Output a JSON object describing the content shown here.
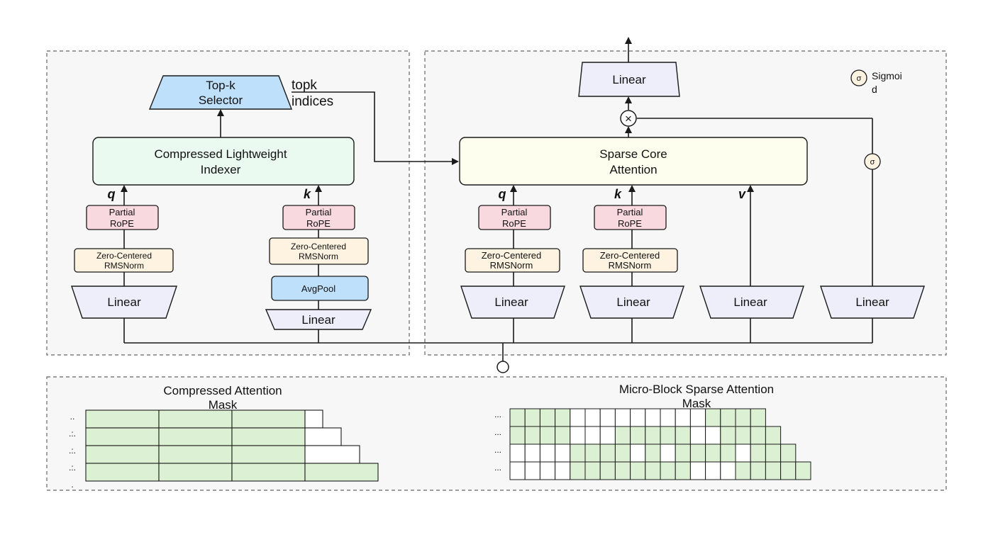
{
  "indexer": {
    "selector_lines": [
      "Top-k",
      "Selector"
    ],
    "topk_label_lines": [
      "topk",
      "indices"
    ],
    "indexer_lines": [
      "Compressed Lightweight",
      "Indexer"
    ],
    "q_var": "q",
    "k_var": "k",
    "q_rope_lines": [
      "Partial",
      "RoPE"
    ],
    "k_rope_lines": [
      "Partial",
      "RoPE"
    ],
    "q_norm_lines": [
      "Zero-Centered",
      "RMSNorm"
    ],
    "k_norm_lines": [
      "Zero-Centered",
      "RMSNorm"
    ],
    "avgpool_label": "AvgPool",
    "q_linear_label": "Linear",
    "k_linear_label": "Linear"
  },
  "attention": {
    "out_linear_label": "Linear",
    "core_lines": [
      "Sparse Core",
      "Attention"
    ],
    "q_var": "q",
    "k_var": "k",
    "v_var": "v",
    "q_rope_lines": [
      "Partial",
      "RoPE"
    ],
    "k_rope_lines": [
      "Partial",
      "RoPE"
    ],
    "q_norm_lines": [
      "Zero-Centered",
      "RMSNorm"
    ],
    "k_norm_lines": [
      "Zero-Centered",
      "RMSNorm"
    ],
    "q_linear_label": "Linear",
    "k_linear_label": "Linear",
    "v_linear_label": "Linear",
    "gate_linear_label": "Linear",
    "multiply_symbol": "×",
    "sigmoid_symbol": "σ",
    "legend_lines": [
      "Sigmoi",
      "d"
    ]
  },
  "masks": {
    "compressed_title_lines": [
      "Compressed Attention",
      "Mask"
    ],
    "compressed_row_dots": [
      "..",
      ".:.",
      ".:.",
      ".:.",
      "."
    ],
    "microblock_title_lines": [
      "Micro-Block Sparse Attention",
      "Mask"
    ],
    "microblock_row_dots": [
      "...",
      "...",
      "...",
      "..."
    ],
    "microblock_rows": [
      [
        1,
        1,
        1,
        1,
        0,
        0,
        0,
        0,
        0,
        0,
        0,
        0,
        0,
        1,
        1,
        1,
        1
      ],
      [
        1,
        1,
        1,
        1,
        0,
        0,
        0,
        1,
        1,
        1,
        1,
        1,
        0,
        0,
        1,
        1,
        1,
        1
      ],
      [
        0,
        0,
        0,
        0,
        1,
        1,
        1,
        1,
        0,
        1,
        0,
        1,
        1,
        1,
        1,
        0,
        1,
        1,
        1
      ],
      [
        0,
        0,
        0,
        0,
        1,
        1,
        1,
        1,
        1,
        1,
        1,
        1,
        0,
        0,
        0,
        1,
        1,
        1,
        1,
        1
      ]
    ]
  },
  "colors": {
    "selector_fill": "#bfe0fb",
    "indexer_fill": "#eafaf1",
    "core_fill": "#fdfeed",
    "rope_fill": "#f8d9df",
    "norm_fill": "#fdf3e0",
    "linear_fill": "#eeeefa",
    "avgpool_fill": "#bfe0fb",
    "mask_fill": "#dcf1d3",
    "stroke": "#1a1a1a",
    "dash": "#666666"
  }
}
